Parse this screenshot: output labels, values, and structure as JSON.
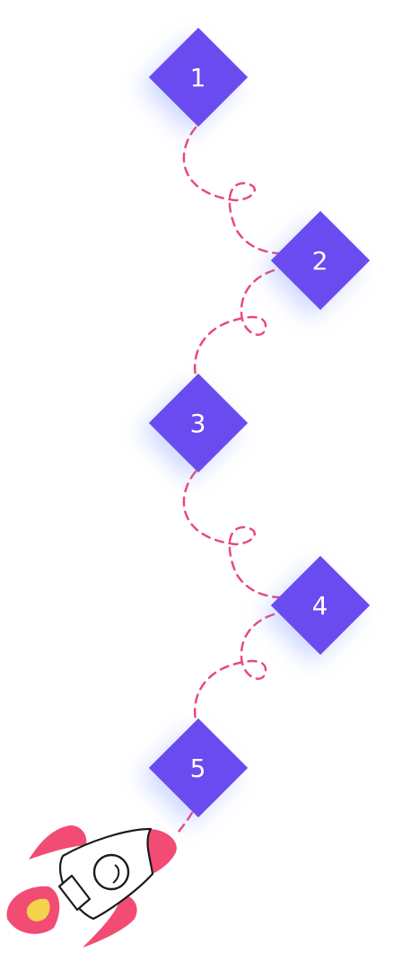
{
  "steps": [
    {
      "label": "1"
    },
    {
      "label": "2"
    },
    {
      "label": "3"
    },
    {
      "label": "4"
    },
    {
      "label": "5"
    }
  ],
  "colors": {
    "diamond": "#6a4bf0",
    "path": "#e94a7b",
    "rocket_fin": "#f24b74",
    "rocket_flame": "#f2d34a",
    "rocket_body": "#ffffff",
    "rocket_outline": "#1b1b1b"
  }
}
